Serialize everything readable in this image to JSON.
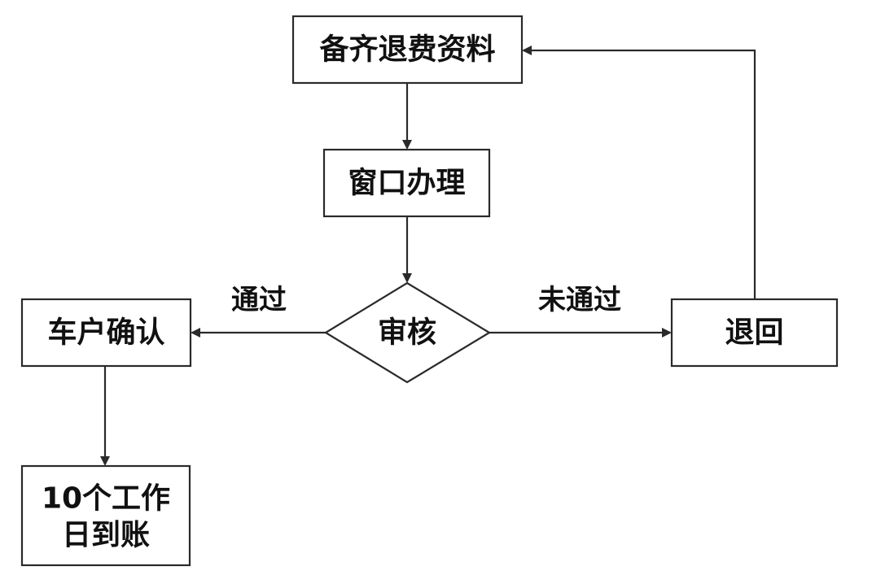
{
  "nodes": {
    "prepare": {
      "label": "备齐退费资料"
    },
    "window": {
      "label": "窗口办理"
    },
    "review": {
      "label": "审核"
    },
    "confirm": {
      "label": "车户确认"
    },
    "rejected": {
      "label": "退回"
    },
    "payout": {
      "line1": "10个工作",
      "line2": "日到账"
    }
  },
  "edges": {
    "passed": {
      "label": "通过"
    },
    "not_passed": {
      "label": "未通过"
    }
  }
}
